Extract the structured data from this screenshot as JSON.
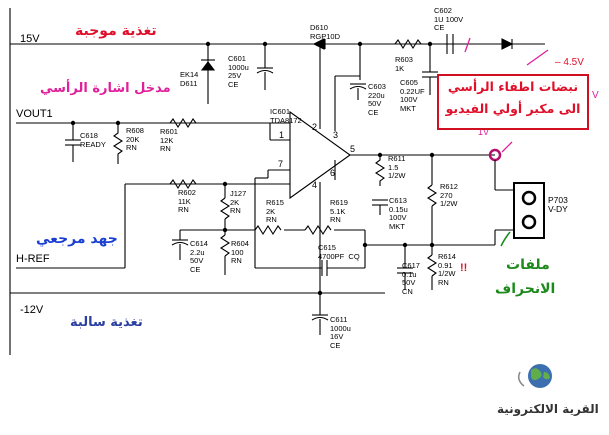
{
  "rails": {
    "pos_supply": "15V",
    "neg_supply": "-12V",
    "out_neg": "– 4.5V",
    "v_label_1": "V",
    "v_label_2": "1V",
    "vout": "VOUT1",
    "href": "H-REF"
  },
  "arabic_labels": {
    "pos_supply": "تغذية موجبة",
    "v_input": "مدخل اشارة الرأسي",
    "ref_voltage": "جهد مرجعي",
    "neg_supply": "تغذية سالبة",
    "coils_1": "ملفات",
    "coils_2": "الانحراف",
    "callout_1": "نبضات اطفاء الرأسي",
    "callout_2": "الى مكبر أولي الفيديو"
  },
  "exclaim": "!!",
  "components": {
    "d610": "D610\nRGP10D",
    "c602": "C602\n1U 100V\nCE",
    "r603": "R603\n1K",
    "c605": "C605\n0.22UF\n100V\nMKT",
    "ek14": "EK14\nD611",
    "c601": "C601\n1000u\n25V\nCE",
    "c603": "C603\n220u\n50V\nCE",
    "ic601": "IC601\nTDA8172",
    "c618": "C618\nREADY",
    "r608": "R608\n20K\nRN",
    "r601": "R601\n12K\nRN",
    "r611": "R611\n1.5\n1/2W",
    "c613": "C613\n0.15u\n100V\nMKT",
    "r612": "R612\n270\n1/2W",
    "r602": "R602\n11K\nRN",
    "j127": "J127\n2K\nRN",
    "r615": "R615\n2K\nRN",
    "r619": "R619\n5.1K\nRN",
    "c614": "C614\n2.2u\n50V\nCE",
    "r604": "R604\n100\nRN",
    "c615": "C615\n4700PF  CQ",
    "c617": "C617\n0.1u\n50V\nCN",
    "r614": "R614\n0.91\n1/2W\nRN",
    "c611": "C611\n1000u\n16V\nCE",
    "p703": "P703\nV-DY"
  },
  "pins": [
    "1",
    "2",
    "3",
    "4",
    "5",
    "6",
    "7"
  ],
  "logo": {
    "text": "القرية الالكترونية"
  }
}
